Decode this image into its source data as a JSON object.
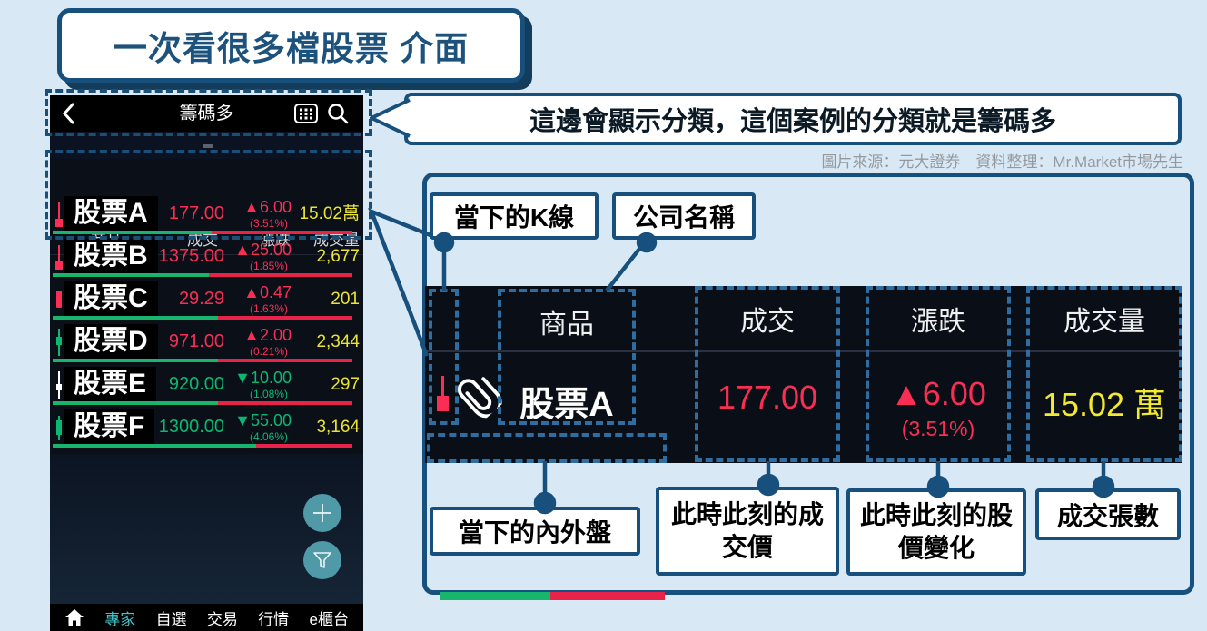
{
  "page": {
    "title": "一次看很多檔股票 介面",
    "attribution": "圖片來源：元大證券　資料整理：Mr.Market市場先生"
  },
  "colors": {
    "accent_navy": "#17507c",
    "up_red": "#fa2e55",
    "down_green": "#0cb871",
    "volume_yellow": "#ece433",
    "nav_active_teal": "#3fc6ce",
    "page_bg": "#d9e8f5"
  },
  "app": {
    "top_bar": {
      "back_icon": "chevron-left-icon",
      "title": "籌碼多",
      "grid_icon": "grid-icon",
      "search_icon": "search-icon"
    },
    "table": {
      "headers": [
        "商品",
        "成交",
        "漲跌",
        "成交量"
      ],
      "rows": [
        {
          "kline": "hammer-red",
          "name": "股票A",
          "price": "177.00",
          "change": "▲6.00",
          "pct": "(3.51%)",
          "volume": "15.02萬",
          "direction": "up",
          "inner_pct": 53
        },
        {
          "kline": "hammer-red",
          "name": "股票B",
          "price": "1375.00",
          "change": "▲25.00",
          "pct": "(1.85%)",
          "volume": "2,677",
          "direction": "up",
          "inner_pct": 52
        },
        {
          "kline": "bar-red",
          "name": "股票C",
          "price": "29.29",
          "change": "▲0.47",
          "pct": "(1.63%)",
          "volume": "201",
          "direction": "up",
          "inner_pct": 55
        },
        {
          "kline": "doji-green",
          "name": "股票D",
          "price": "971.00",
          "change": "▲2.00",
          "pct": "(0.21%)",
          "volume": "2,344",
          "direction": "up",
          "inner_pct": 55
        },
        {
          "kline": "doji-white",
          "name": "股票E",
          "price": "920.00",
          "change": "▼10.00",
          "pct": "(1.08%)",
          "volume": "297",
          "direction": "down",
          "inner_pct": 55
        },
        {
          "kline": "body-green",
          "name": "股票F",
          "price": "1300.00",
          "change": "▼55.00",
          "pct": "(4.06%)",
          "volume": "3,164",
          "direction": "down",
          "inner_pct": 68
        }
      ]
    },
    "fabs": {
      "add_icon": "plus-icon",
      "filter_icon": "funnel-icon"
    },
    "nav": {
      "home_icon": "home-icon",
      "items": [
        {
          "label": "專家",
          "active": true
        },
        {
          "label": "自選",
          "active": false
        },
        {
          "label": "交易",
          "active": false
        },
        {
          "label": "行情",
          "active": false
        },
        {
          "label": "e櫃台",
          "active": false
        }
      ]
    }
  },
  "annotations": {
    "category_note": "這邊會顯示分類，這個案例的分類就是籌碼多",
    "labels": {
      "kline": "當下的K線",
      "company": "公司名稱",
      "inner_outer": "當下的內外盤",
      "price": "此時此刻的成交價",
      "change": "此時此刻的股價變化",
      "lots": "成交張數"
    }
  },
  "zoom_panel": {
    "headers": {
      "product": "商品",
      "price": "成交",
      "change": "漲跌",
      "volume": "成交量"
    },
    "row": {
      "name": "股票A",
      "price": "177.00",
      "change": "▲6.00",
      "change_pct": "(3.51%)",
      "volume": "15.02 萬",
      "paperclip_icon": "paperclip-icon",
      "kline_icon": "red-candle-icon",
      "inner_outer_green_pct": 49
    }
  }
}
